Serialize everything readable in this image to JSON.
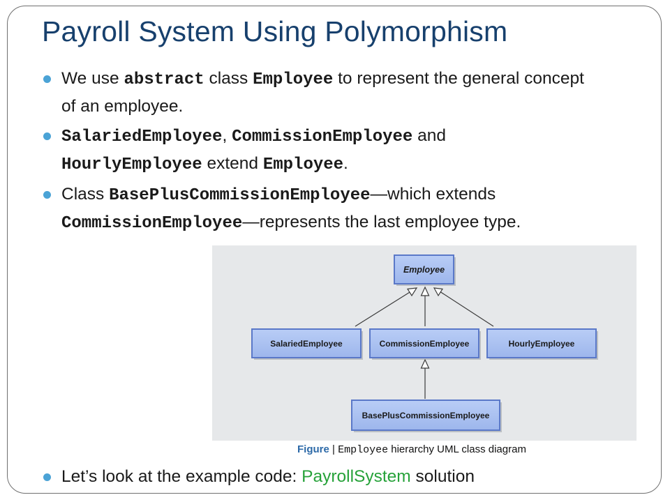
{
  "slide": {
    "title": "Payroll System Using Polymorphism",
    "bullets": [
      {
        "p1": "We use ",
        "c1": "abstract",
        "p2": " class ",
        "c2": "Employee",
        "p3": " to represent the general concept of an employee."
      },
      {
        "c1": "SalariedEmployee",
        "p1": ", ",
        "c2": "CommissionEmployee",
        "p2": " and ",
        "c3": "HourlyEmployee",
        "p3": " extend ",
        "c4": "Employee",
        "p4": "."
      },
      {
        "p1": "Class ",
        "c1": "BasePlusCommissionEmployee",
        "p2": "—which extends ",
        "c2": "CommissionEmployee",
        "p3": "—represents the last employee type."
      }
    ],
    "last_bullet": {
      "p1": "Let’s look at the example code: ",
      "link": "PayrollSystem",
      "p2": " solution"
    }
  },
  "diagram": {
    "classes": {
      "employee": "Employee",
      "salaried": "SalariedEmployee",
      "commission": "CommissionEmployee",
      "hourly": "HourlyEmployee",
      "base_plus": "BasePlusCommissionEmployee"
    }
  },
  "caption": {
    "fig": "Figure",
    "sep": " | ",
    "code": "Employee",
    "text": " hierarchy UML class diagram"
  },
  "colors": {
    "title": "#17406d",
    "bullet": "#4ba3d6",
    "link": "#27a23a",
    "diagram_bg": "#e6e8ea",
    "box_fill": "#a9c0f1",
    "box_border": "#5a78c8"
  }
}
